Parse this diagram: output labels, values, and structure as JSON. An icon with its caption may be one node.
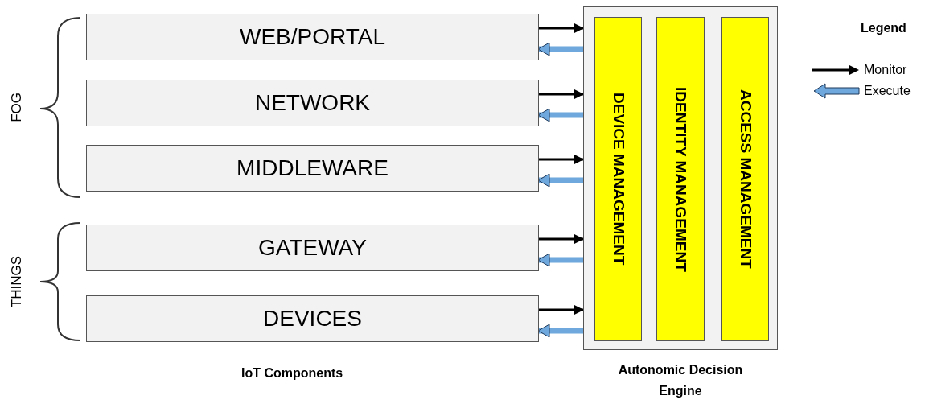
{
  "diagram": {
    "nodes": [
      {
        "text": [
          "WEB/PORTAL"
        ]
      },
      {
        "text": [
          "NETWORK"
        ]
      },
      {
        "text": [
          "MIDDLEWARE"
        ]
      },
      {
        "text": [
          "GATEWAY"
        ]
      },
      {
        "text": [
          "DEVICES"
        ]
      },
      {
        "text": [
          "Autonomic Decision Engine"
        ]
      },
      {
        "text": [
          "DEVICE MANAGEMENT"
        ],
        "in": 5
      },
      {
        "text": [
          "IDENTITY MANAGEMENT"
        ],
        "in": 5
      },
      {
        "text": [
          "ACCESS MANAGEMENT"
        ],
        "in": 5
      }
    ],
    "edges": [
      {
        "from": 0,
        "to": 5,
        "arrow": "to"
      },
      {
        "from": 5,
        "to": 0,
        "arrow": "to",
        "style": "thick",
        "color": "#6fa8dc"
      },
      {
        "from": 1,
        "to": 5,
        "arrow": "to"
      },
      {
        "from": 5,
        "to": 1,
        "arrow": "to",
        "style": "thick",
        "color": "#6fa8dc"
      },
      {
        "from": 2,
        "to": 5,
        "arrow": "to"
      },
      {
        "from": 5,
        "to": 2,
        "arrow": "to",
        "style": "thick",
        "color": "#6fa8dc"
      },
      {
        "from": 3,
        "to": 5,
        "arrow": "to"
      },
      {
        "from": 5,
        "to": 3,
        "arrow": "to",
        "style": "thick",
        "color": "#6fa8dc"
      },
      {
        "from": 4,
        "to": 5,
        "arrow": "to"
      },
      {
        "from": 5,
        "to": 4,
        "arrow": "to",
        "style": "thick",
        "color": "#6fa8dc"
      }
    ],
    "labels": [
      "FOG",
      "THINGS",
      "IoT Components",
      "Legend"
    ],
    "legend": [
      {
        "text": "Monitor"
      },
      {
        "text": "Execute"
      }
    ]
  }
}
